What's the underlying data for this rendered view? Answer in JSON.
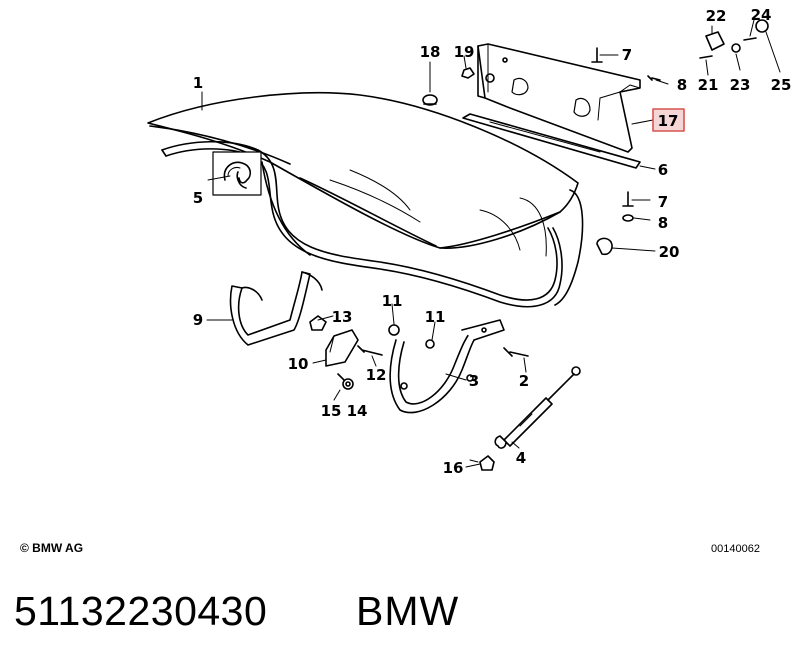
{
  "diagram": {
    "callouts": {
      "c1": "1",
      "c2": "2",
      "c3": "3",
      "c4": "4",
      "c5": "5",
      "c6": "6",
      "c7a": "7",
      "c7b": "7",
      "c8a": "8",
      "c8b": "8",
      "c9": "9",
      "c10": "10",
      "c11a": "11",
      "c11b": "11",
      "c12": "12",
      "c13": "13",
      "c14": "14",
      "c15": "15",
      "c16": "16",
      "c17": "17",
      "c18": "18",
      "c19": "19",
      "c20": "20",
      "c21": "21",
      "c22": "22",
      "c23": "23",
      "c24": "24",
      "c25": "25"
    },
    "highlight_color": "#d9534f",
    "highlight_fill": "#f4d6d6"
  },
  "footer": {
    "copyright": "© BMW AG",
    "diagram_id": "00140062"
  },
  "caption": {
    "part_number": "51132230430",
    "brand": "BMW"
  }
}
